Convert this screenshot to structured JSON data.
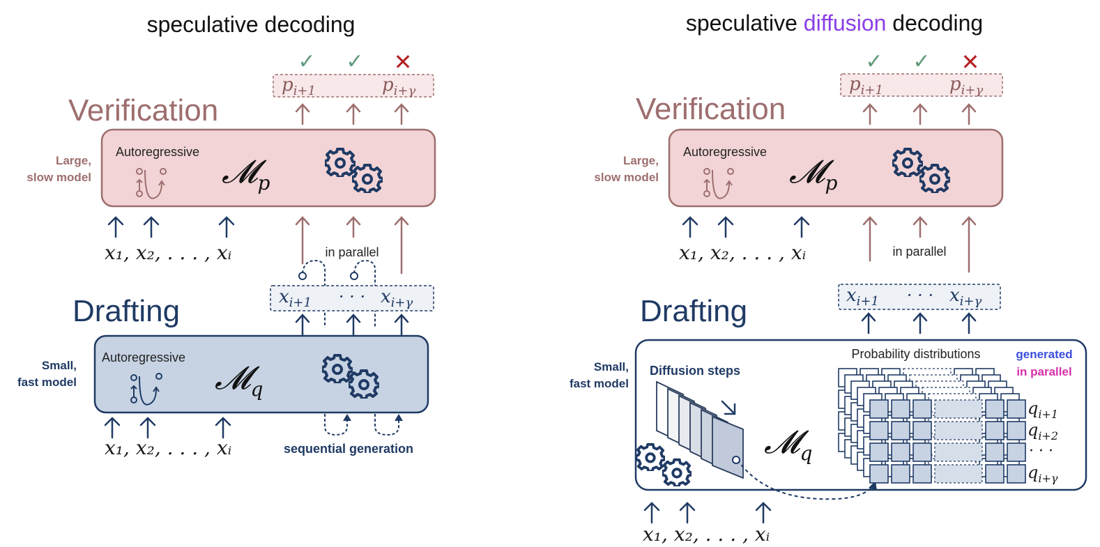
{
  "left": {
    "title": "speculative decoding",
    "verification_label": "Verification",
    "drafting_label": "Drafting",
    "large_model_label": [
      "Large,",
      "slow model"
    ],
    "small_model_label": [
      "Small,",
      "fast model"
    ],
    "verifier_box": {
      "mode": "Autoregressive",
      "model": "𝓜",
      "model_sub": "p"
    },
    "drafter_box": {
      "mode": "Autoregressive",
      "model": "𝓜",
      "model_sub": "q"
    },
    "verify_outputs": {
      "first": "p",
      "first_sub": "i+1",
      "last": "p",
      "last_sub": "i+γ"
    },
    "marks": [
      "✓",
      "✓",
      "✕"
    ],
    "inputs": "x₁, x₂, . . . , xᵢ",
    "draft_tokens": {
      "first": "x",
      "first_sub": "i+1",
      "middle": "· · ·",
      "last": "x",
      "last_sub": "i+γ"
    },
    "in_parallel": "in parallel",
    "sequential": "sequential generation"
  },
  "right": {
    "title_parts": [
      "speculative ",
      "diffusion",
      " decoding"
    ],
    "verification_label": "Verification",
    "drafting_label": "Drafting",
    "large_model_label": [
      "Large,",
      "slow model"
    ],
    "small_model_label": [
      "Small,",
      "fast model"
    ],
    "verifier_box": {
      "mode": "Autoregressive",
      "model": "𝓜",
      "model_sub": "p"
    },
    "drafter_box": {
      "model": "𝓜",
      "model_sub": "q"
    },
    "verify_outputs": {
      "first": "p",
      "first_sub": "i+1",
      "last": "p",
      "last_sub": "i+γ"
    },
    "marks": [
      "✓",
      "✓",
      "✕"
    ],
    "inputs": "x₁, x₂, . . . , xᵢ",
    "draft_tokens": {
      "first": "x",
      "first_sub": "i+1",
      "middle": "· · ·",
      "last": "x",
      "last_sub": "i+γ"
    },
    "in_parallel": "in parallel",
    "diffusion_steps": "Diffusion steps",
    "prob_dist": "Probability distributions",
    "generated": [
      "generated",
      "in parallel"
    ],
    "q_labels": [
      {
        "base": "q",
        "sub": "i+1"
      },
      {
        "base": "q",
        "sub": "i+2"
      },
      {
        "base": "· · ·",
        "sub": ""
      },
      {
        "base": "q",
        "sub": "i+γ"
      }
    ]
  },
  "colors": {
    "verify_fill": "#f2d4d6",
    "verify_stroke": "#9e6e6e",
    "draft_fill": "#c7d3e3",
    "draft_stroke": "#1f3a64",
    "check": "#5f9a78",
    "cross": "#b22222",
    "diffusion_purple": "#8a3ee6",
    "generated_blue": "#3b4ee0",
    "generated_pink": "#d62fa8"
  }
}
